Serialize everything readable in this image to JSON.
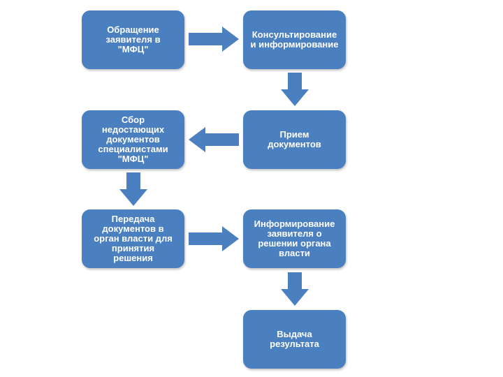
{
  "steps": [
    {
      "label": "Обращение\nзаявителя в\n\"МФЦ\""
    },
    {
      "label": "Консультирование\nи информирование"
    },
    {
      "label": "Прием\nдокументов"
    },
    {
      "label": "Сбор\nнедостающих\nдокументов\nспециалистами\n\"МФЦ\""
    },
    {
      "label": "Передача\nдокументов в\nорган власти для\nпринятия\nрешения"
    },
    {
      "label": "Информирование\nзаявителя о\nрешении органа\nвласти"
    },
    {
      "label": "Выдача\nрезультата"
    }
  ],
  "colors": {
    "box": "#4a7fc0",
    "arrow": "#4a7fc0",
    "text": "#ffffff"
  }
}
